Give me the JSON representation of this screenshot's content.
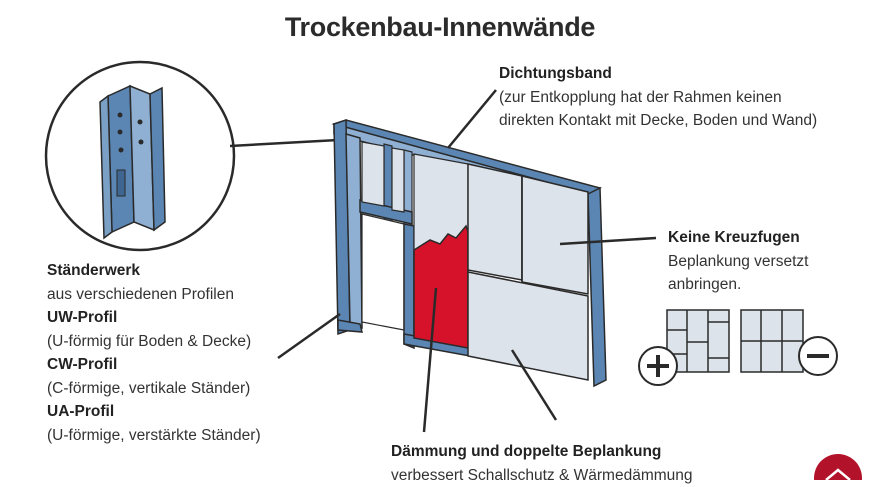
{
  "title": "Trockenbau-Innenwände",
  "colors": {
    "steel": "#5b86b4",
    "steel_light": "#8fb0d2",
    "insulation": "#d5122a",
    "panel": "#dde3ea",
    "outline": "#2a2a2a"
  },
  "labels": {
    "dichtungsband": {
      "heading": "Dichtungsband",
      "line1": "(zur Entkopplung hat der Rahmen keinen",
      "line2": "direkten Kontakt mit Decke, Boden und Wand)"
    },
    "kreuzfugen": {
      "heading": "Keine Kreuzfugen",
      "line1": "Beplankung versetzt",
      "line2": "anbringen."
    },
    "staenderwerk": {
      "heading": "Ständerwerk",
      "intro": "aus verschiedenen Profilen",
      "uw_heading": "UW-Profil",
      "uw_text": "(U-förmig für Boden & Decke)",
      "cw_heading": "CW-Profil",
      "cw_text": "(C-förmige, vertikale Ständer)",
      "ua_heading": "UA-Profil",
      "ua_text": "(U-förmige, verstärkte Ständer)"
    },
    "daemmung": {
      "heading": "Dämmung und doppelte Beplankung",
      "line1": "verbessert Schallschutz & Wärmedämmung"
    }
  },
  "icons": {
    "plus": "plus-icon",
    "minus": "minus-icon",
    "logo": "house-logo-icon"
  }
}
